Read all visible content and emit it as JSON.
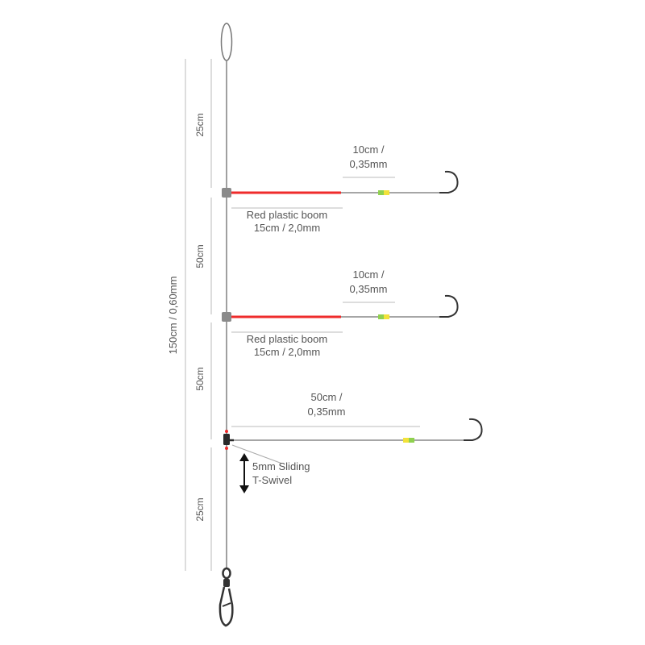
{
  "diagram": {
    "total_length": "150cm / 0,60mm",
    "segments": {
      "top": "25cm",
      "upper_middle": "50cm",
      "lower_middle": "50cm",
      "bottom": "25cm"
    },
    "booms": [
      {
        "snood_top": "10cm /",
        "snood_bottom": "0,35mm",
        "boom_line1": "Red plastic boom",
        "boom_line2": "15cm / 2,0mm"
      },
      {
        "snood_top": "10cm /",
        "snood_bottom": "0,35mm",
        "boom_line1": "Red plastic boom",
        "boom_line2": "15cm / 2,0mm"
      }
    ],
    "bottom_snood": {
      "top": "50cm /",
      "bottom": "0,35mm"
    },
    "swivel": {
      "line1": "5mm Sliding",
      "line2": "T-Swivel"
    },
    "colors": {
      "boom": "#ef2b2b",
      "bead_green": "#8fd14f",
      "bead_yellow": "#f2e23a",
      "line": "#888888",
      "dimension": "#bbbbbb"
    }
  }
}
